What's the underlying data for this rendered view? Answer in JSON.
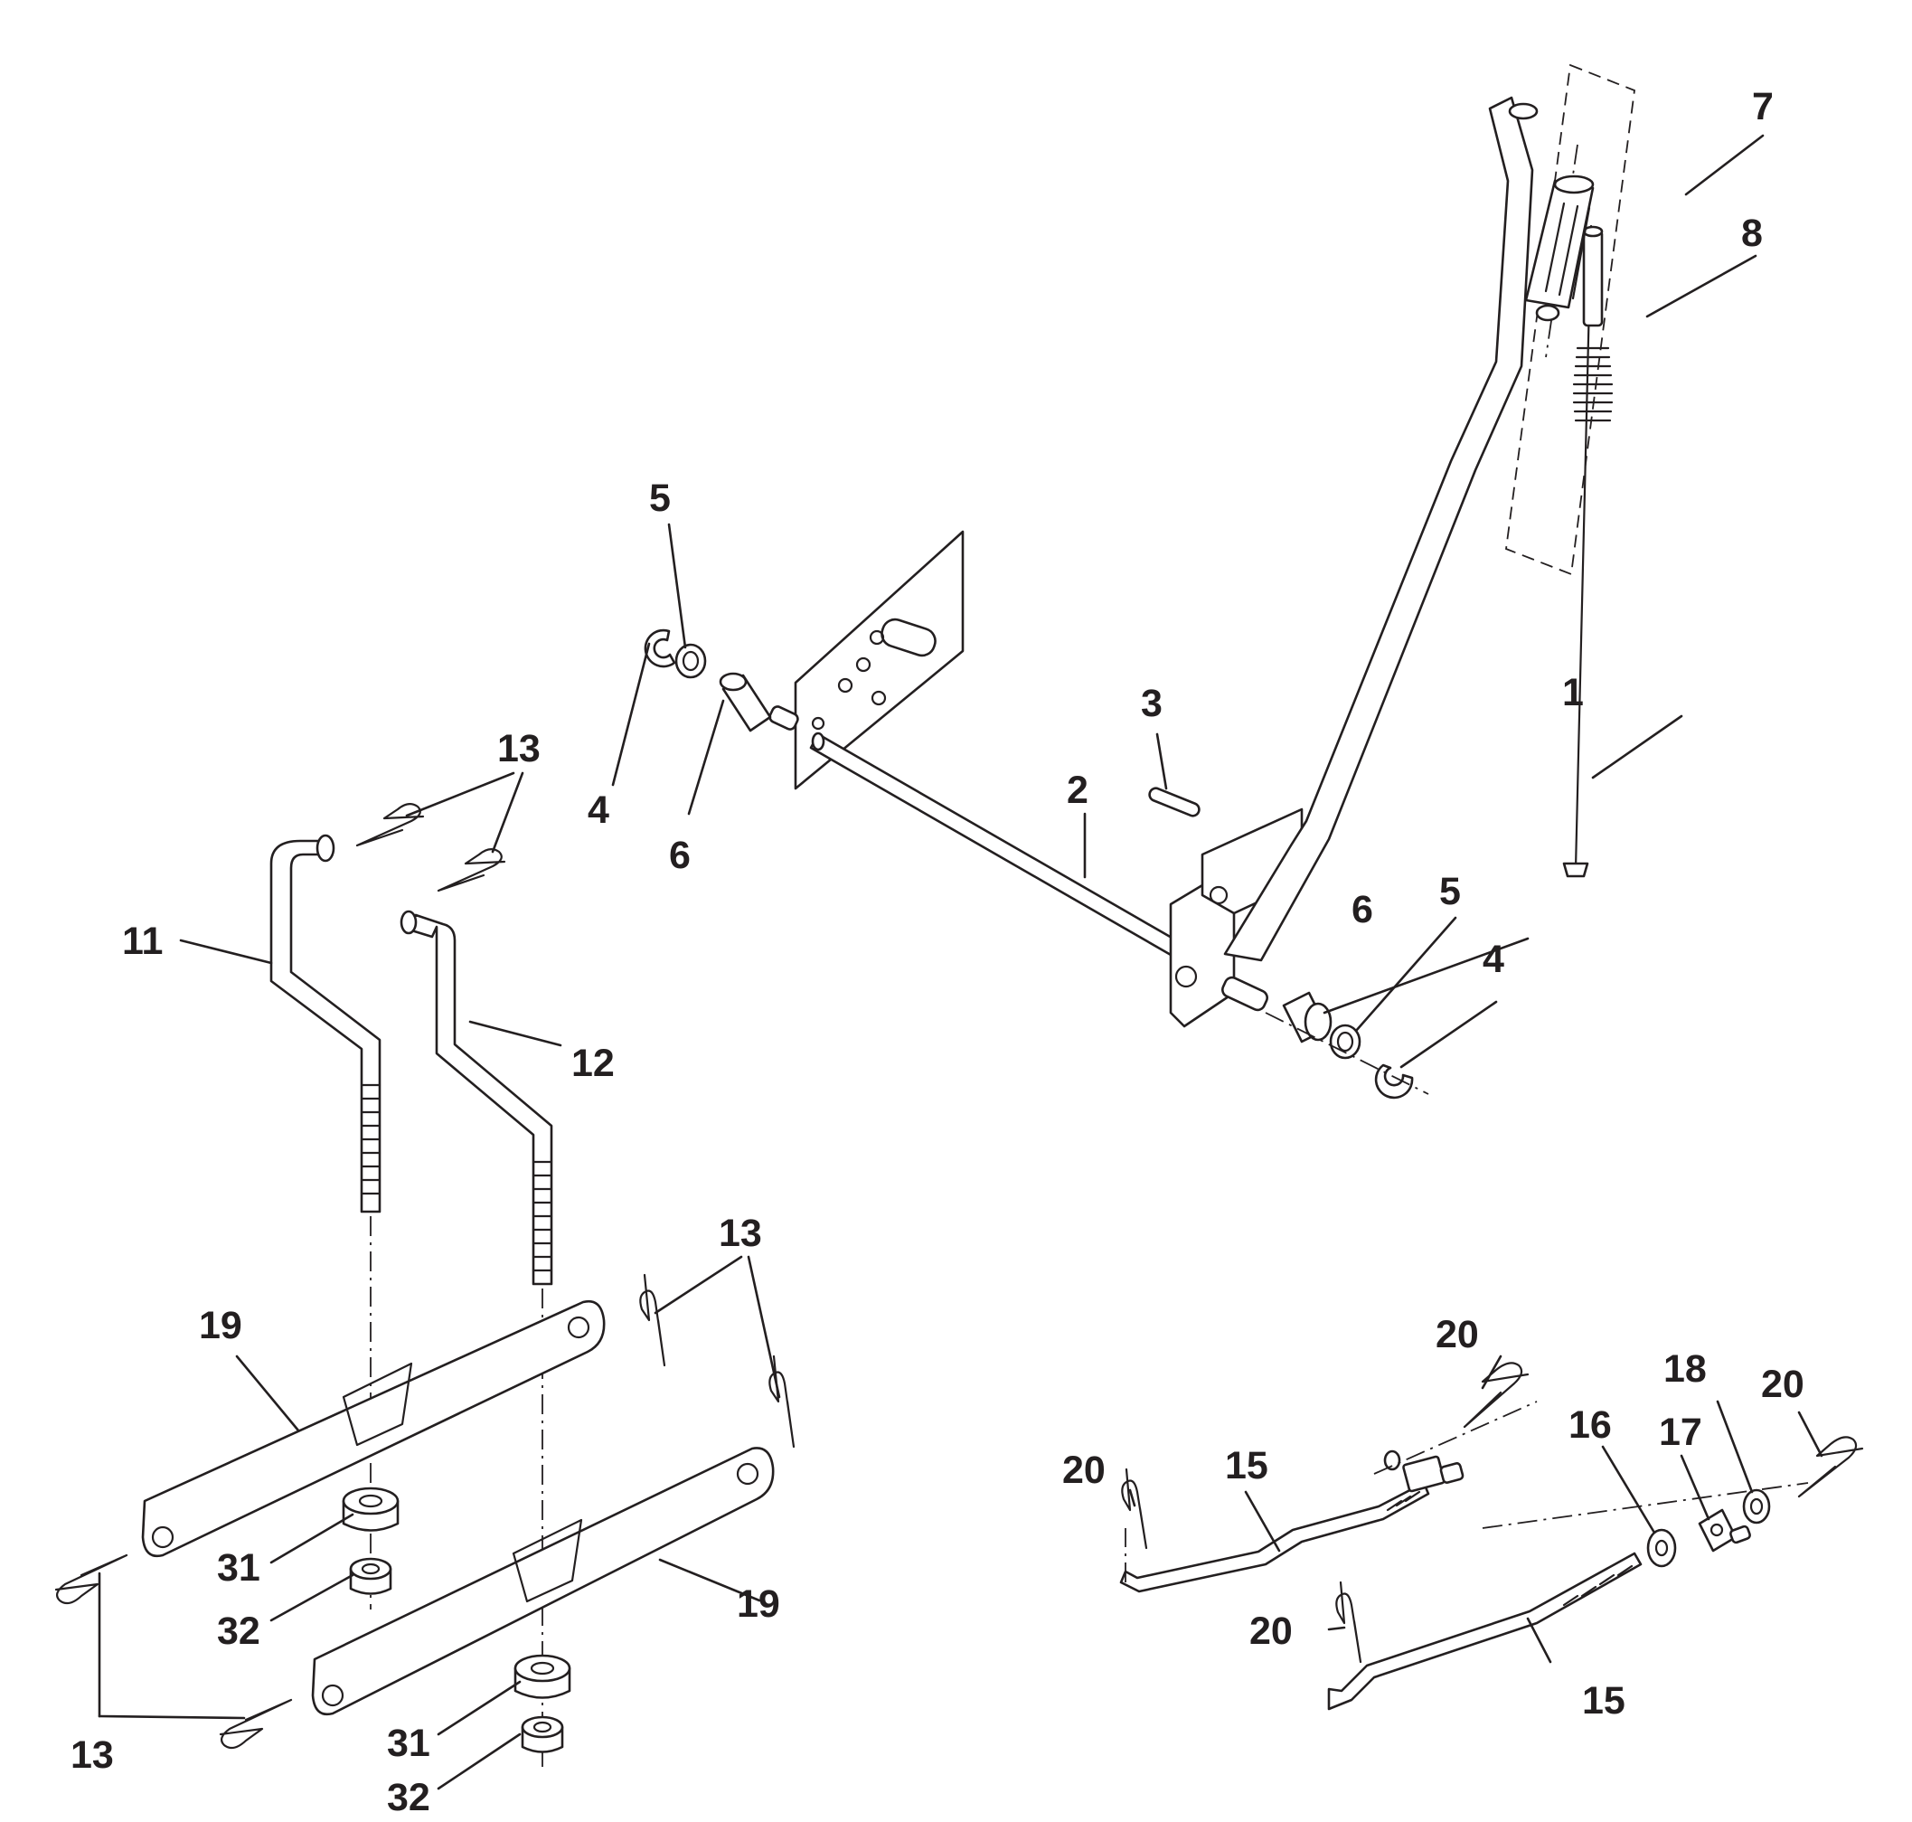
{
  "callouts": {
    "c1": "1",
    "c2": "2",
    "c3": "3",
    "c4a": "4",
    "c4b": "4",
    "c5a": "5",
    "c5b": "5",
    "c6a": "6",
    "c6b": "6",
    "c7": "7",
    "c8": "8",
    "c11": "11",
    "c12": "12",
    "c13a": "13",
    "c13b": "13",
    "c13c": "13",
    "c15a": "15",
    "c15b": "15",
    "c16": "16",
    "c17": "17",
    "c18": "18",
    "c19a": "19",
    "c19b": "19",
    "c20a": "20",
    "c20b": "20",
    "c20c": "20",
    "c20d": "20",
    "c31a": "31",
    "c31b": "31",
    "c32a": "32",
    "c32b": "32"
  }
}
